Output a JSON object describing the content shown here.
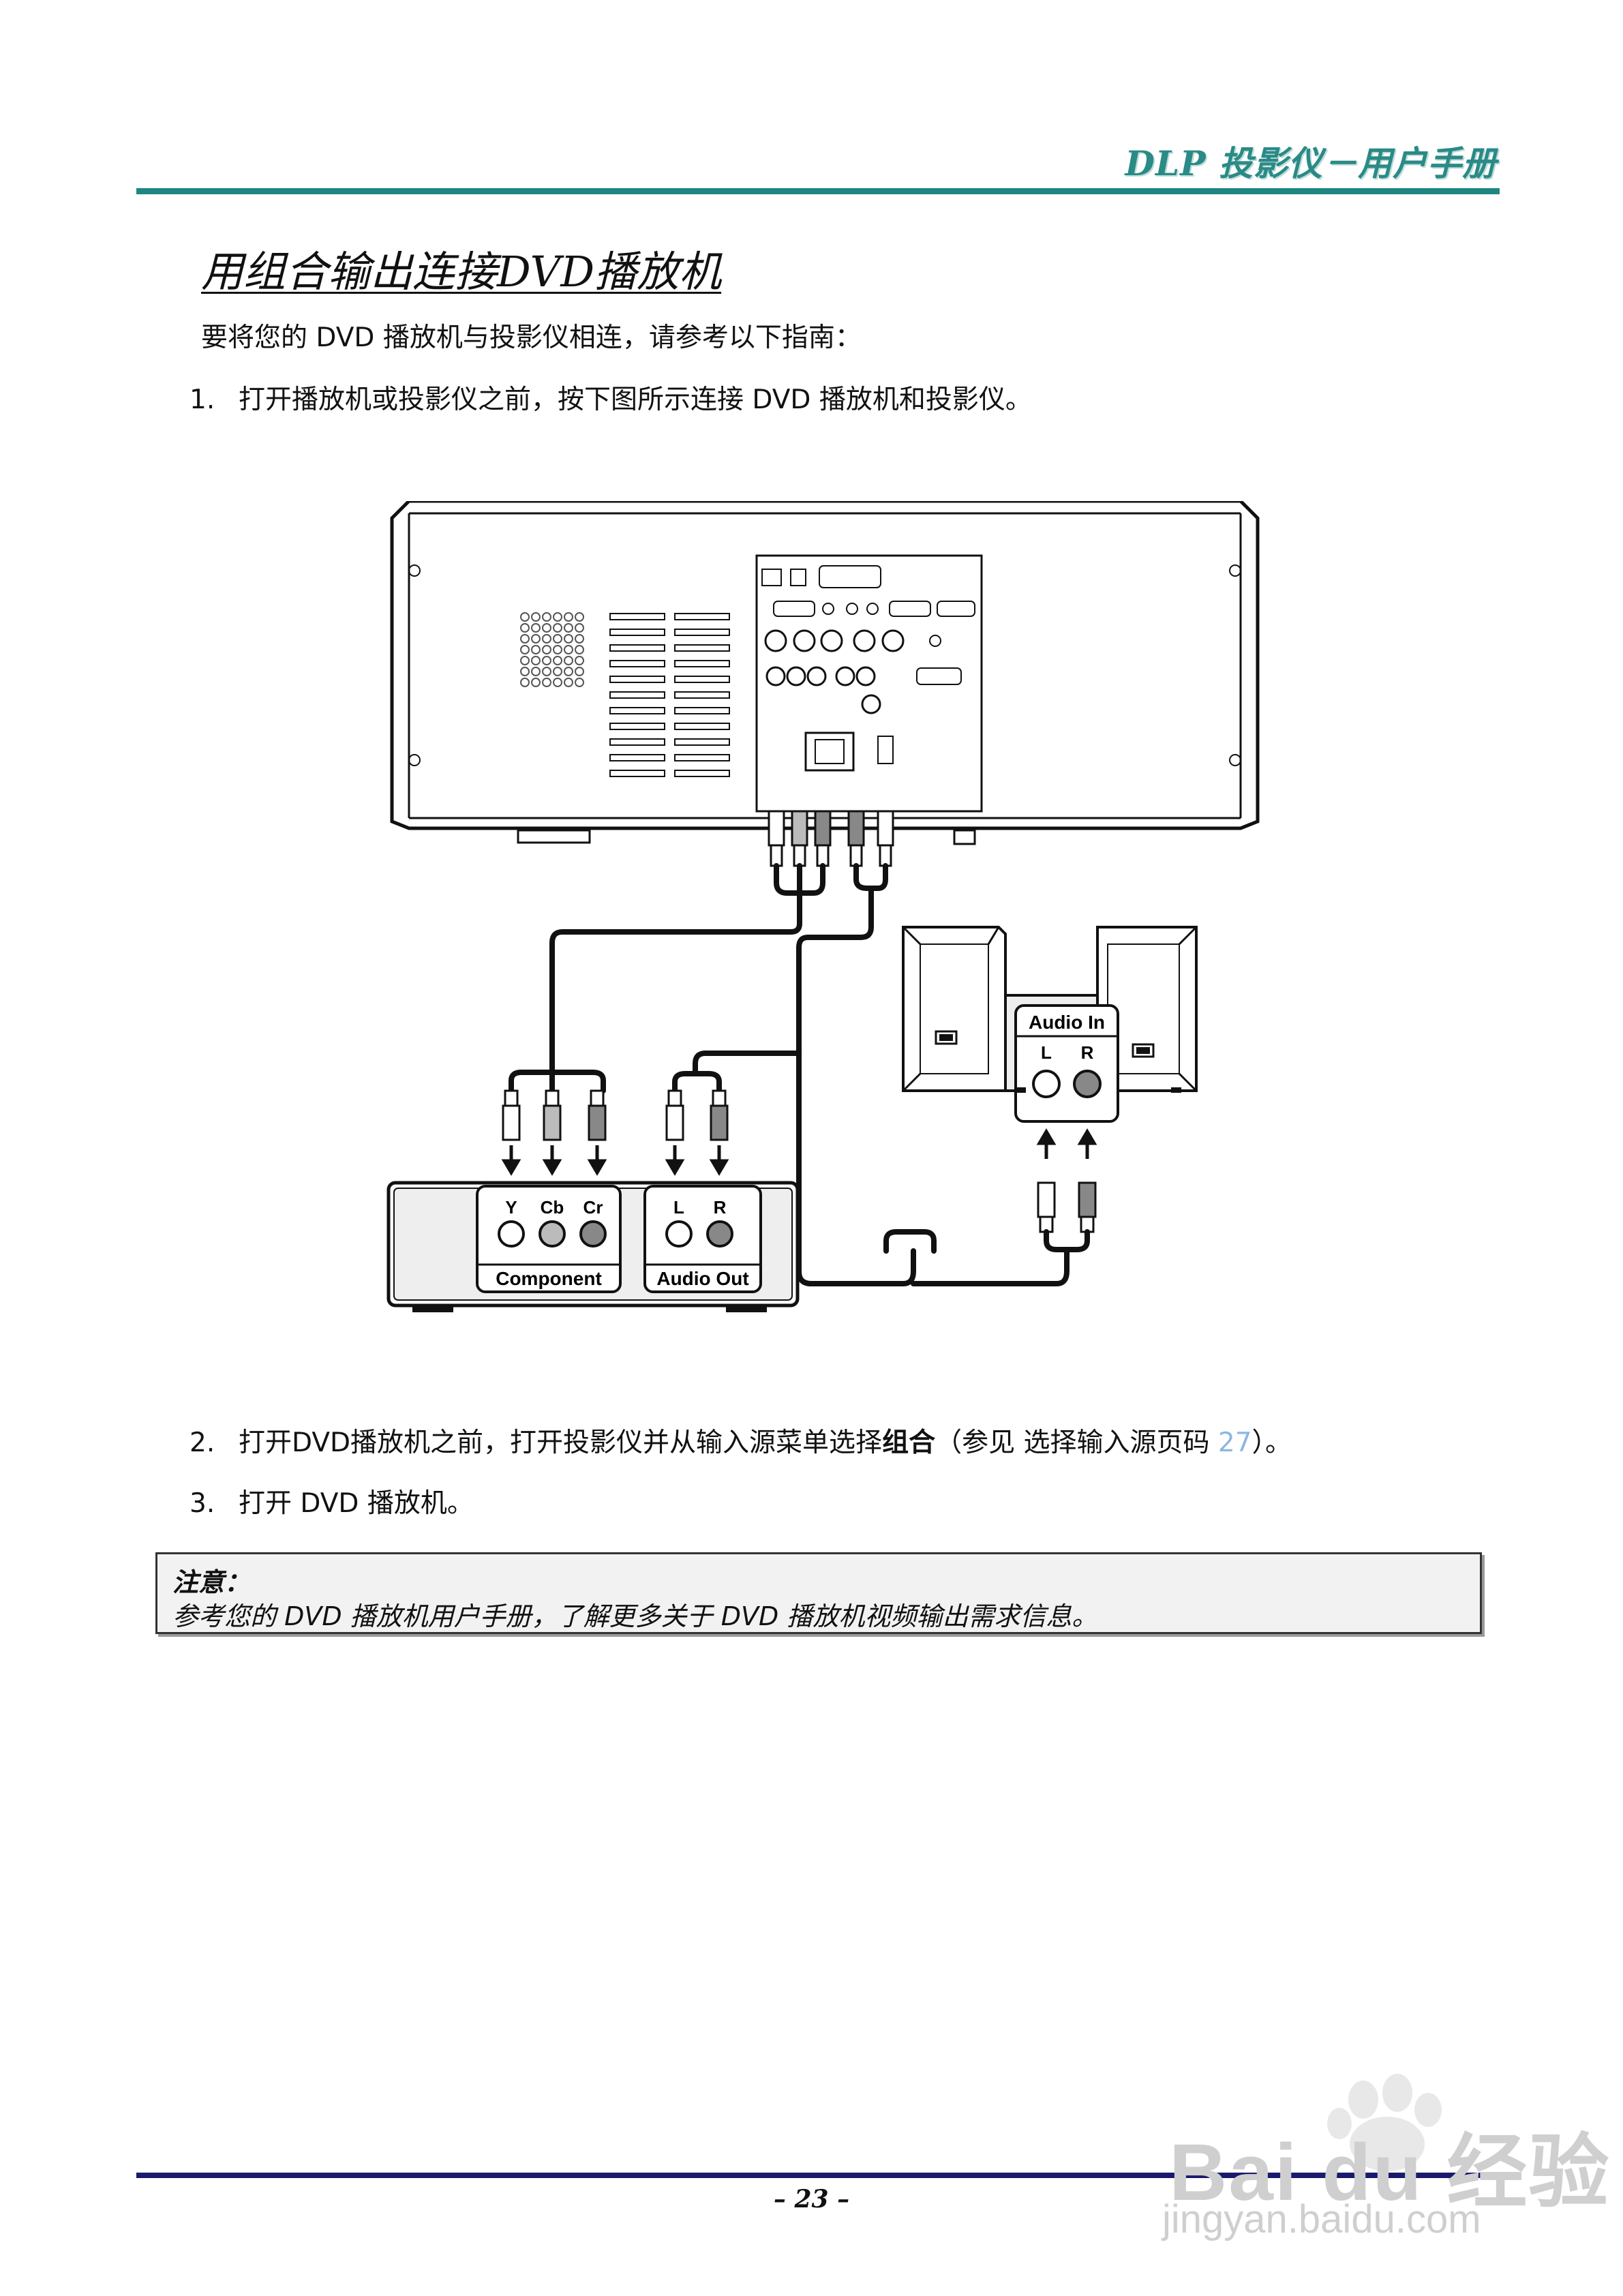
{
  "header": {
    "title": "DLP 投影仪－用户手册"
  },
  "section": {
    "title": "用组合输出连接DVD播放机"
  },
  "intro": "要将您的 DVD 播放机与投影仪相连，请参考以下指南：",
  "steps": [
    {
      "num": "1.",
      "text": "打开播放机或投影仪之前，按下图所示连接 DVD 播放机和投影仪。"
    },
    {
      "num": "2.",
      "text_before": "打开DVD播放机之前，打开投影仪并从输入源菜单选择",
      "text_bold": "组合",
      "text_after": "（参见 选择输入源页码",
      "page_ref": "27",
      "text_end": "）。"
    },
    {
      "num": "3.",
      "text": "打开 DVD 播放机。"
    }
  ],
  "diagram": {
    "dvd_player": {
      "component_labels": [
        "Y",
        "Cb",
        "Cr"
      ],
      "component_title": "Component",
      "audio_labels": [
        "L",
        "R"
      ],
      "audio_title": "Audio Out"
    },
    "speakers": {
      "audio_in_title": "Audio In",
      "audio_labels": [
        "L",
        "R"
      ]
    }
  },
  "note": {
    "label": "注意：",
    "text": "参考您的 DVD 播放机用户手册，了解更多关于 DVD 播放机视频输出需求信息。"
  },
  "footer": {
    "page": "– 23 –"
  },
  "watermark": {
    "brand": "Bai du 经验",
    "url": "jingyan.baidu.com"
  },
  "colors": {
    "header_teal": "#1f8682",
    "footer_navy": "#1a1a6e",
    "link_blue": "#8cb6e0"
  }
}
